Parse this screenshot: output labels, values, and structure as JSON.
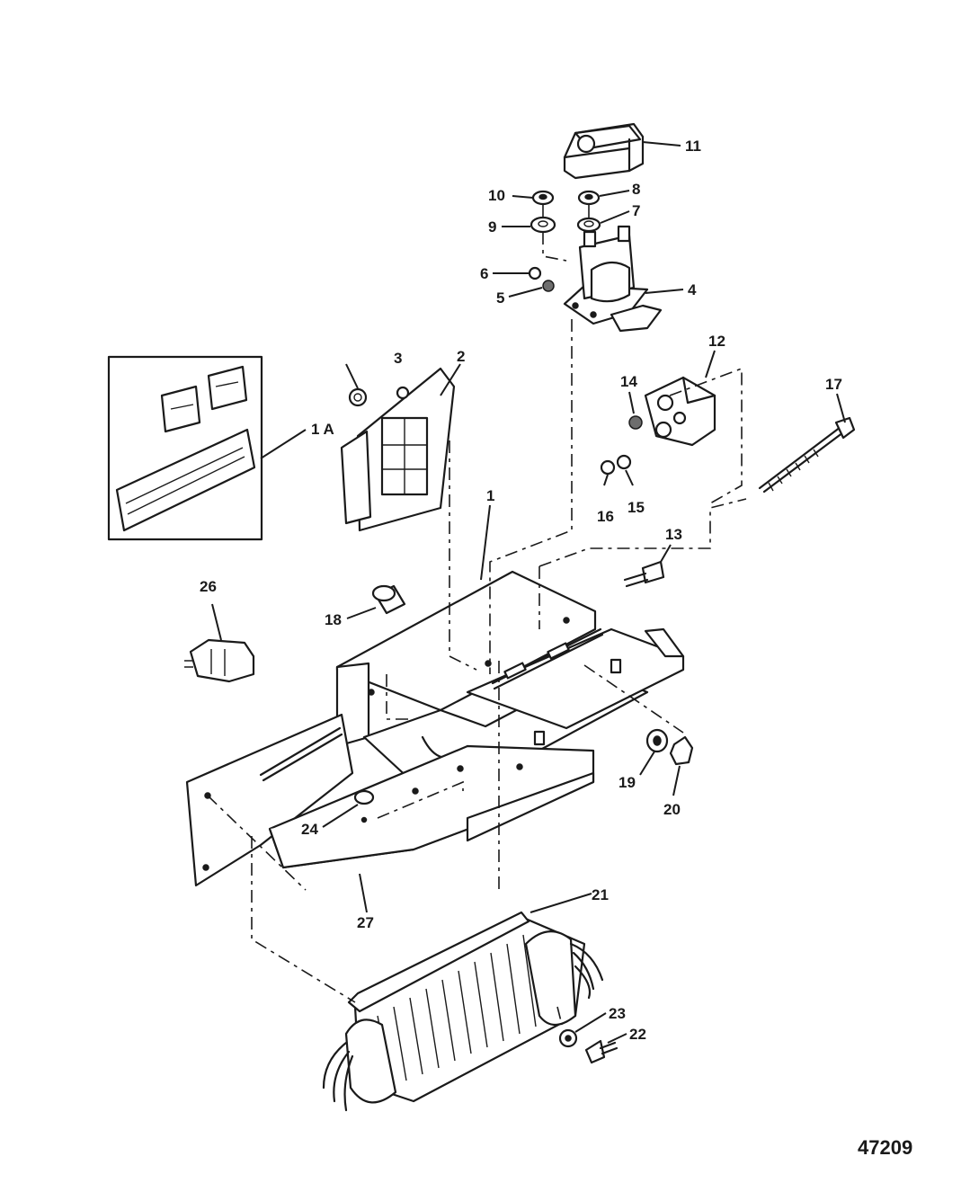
{
  "figure_number": "47209",
  "callouts": {
    "c1": "1",
    "c1a": "1 A",
    "c2": "2",
    "c3": "3",
    "c4": "4",
    "c5": "5",
    "c6": "6",
    "c7": "7",
    "c8": "8",
    "c9": "9",
    "c10": "10",
    "c11": "11",
    "c12": "12",
    "c13": "13",
    "c14": "14",
    "c15": "15",
    "c16": "16",
    "c17": "17",
    "c18": "18",
    "c19": "19",
    "c20": "20",
    "c21": "21",
    "c22": "22",
    "c23": "23",
    "c24": "24",
    "c26": "26",
    "c27": "27"
  },
  "parts": [
    {
      "id": "1",
      "name": "bracket-assembly"
    },
    {
      "id": "1A",
      "name": "decal-set"
    },
    {
      "id": "2",
      "name": "connector-housing"
    },
    {
      "id": "3",
      "name": "nut"
    },
    {
      "id": "4",
      "name": "solenoid"
    },
    {
      "id": "5",
      "name": "nut"
    },
    {
      "id": "6",
      "name": "lockwasher"
    },
    {
      "id": "7",
      "name": "washer"
    },
    {
      "id": "8",
      "name": "nut"
    },
    {
      "id": "9",
      "name": "washer"
    },
    {
      "id": "10",
      "name": "nut"
    },
    {
      "id": "11",
      "name": "solenoid-cover"
    },
    {
      "id": "12",
      "name": "circuit-breaker"
    },
    {
      "id": "13",
      "name": "screw"
    },
    {
      "id": "14",
      "name": "nut"
    },
    {
      "id": "15",
      "name": "washer"
    },
    {
      "id": "16",
      "name": "nut"
    },
    {
      "id": "17",
      "name": "bolt"
    },
    {
      "id": "18",
      "name": "spacer"
    },
    {
      "id": "19",
      "name": "washer"
    },
    {
      "id": "20",
      "name": "nut"
    },
    {
      "id": "21",
      "name": "rectifier-regulator"
    },
    {
      "id": "22",
      "name": "screw"
    },
    {
      "id": "23",
      "name": "washer"
    },
    {
      "id": "24",
      "name": "grommet"
    },
    {
      "id": "26",
      "name": "connector-plug"
    },
    {
      "id": "27",
      "name": "mounting-plate"
    }
  ]
}
